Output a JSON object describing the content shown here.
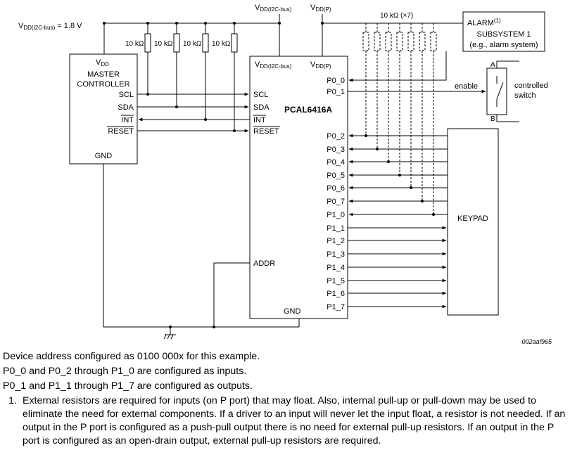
{
  "supply": {
    "vdd_label_left": "V",
    "vdd_label_left_sub": "DD(I2C-bus)",
    "vdd_label_left_value": " = 1.8 V",
    "vdd_i2c_top": "V",
    "vdd_i2c_top_sub": "DD(I2C-bus)",
    "vdd_p_top": "V",
    "vdd_p_top_sub": "DD(P)"
  },
  "resistors": {
    "pullup_labels": [
      "10 kΩ",
      "10 kΩ",
      "10 kΩ",
      "10 kΩ"
    ],
    "bank_label": "10 kΩ (×7)"
  },
  "master": {
    "vdd": "V",
    "vdd_sub": "DD",
    "title_line1": "MASTER",
    "title_line2": "CONTROLLER",
    "pins": [
      "SCL",
      "SDA",
      "INT",
      "RESET"
    ],
    "gnd": "GND"
  },
  "chip": {
    "name": "PCAL6416A",
    "vdd_i2c": "V",
    "vdd_i2c_sub": "DD(I2C-bus)",
    "vdd_p": "V",
    "vdd_p_sub": "DD(P)",
    "left_pins": [
      "SCL",
      "SDA",
      "INT",
      "RESET"
    ],
    "addr": "ADDR",
    "gnd": "GND",
    "right_pins": [
      "P0_0",
      "P0_1",
      "P0_2",
      "P0_3",
      "P0_4",
      "P0_5",
      "P0_6",
      "P0_7",
      "P1_0",
      "P1_1",
      "P1_2",
      "P1_3",
      "P1_4",
      "P1_5",
      "P1_6",
      "P1_7"
    ]
  },
  "alarm": {
    "title": "ALARM",
    "title_sup": "(1)",
    "line2": "SUBSYSTEM 1",
    "line3": "(e.g., alarm system)"
  },
  "switch": {
    "enable": "enable",
    "label_line1": "controlled",
    "label_line2": "switch",
    "pin_a": "A",
    "pin_b": "B"
  },
  "keypad": {
    "label": "KEYPAD"
  },
  "figure_id": "002aaf965",
  "notes": {
    "line1": "Device address configured as 0100 000x for this example.",
    "line2": "P0_0 and P0_2 through P1_0 are configured as inputs.",
    "line3": "P0_1 and P1_1 through P1_7 are configured as outputs.",
    "footnote_number": "1.",
    "footnote_text": "External resistors are required for inputs (on P port) that may float. Also, internal pull-up or pull-down may be used to eliminate the need for external components. If a driver to an input will never let the input float, a resistor is not needed. If an output in the P port is configured as a push-pull output there is no need for external pull-up resistors. If an output in the P port is configured as an open-drain output, external pull-up resistors are required."
  }
}
